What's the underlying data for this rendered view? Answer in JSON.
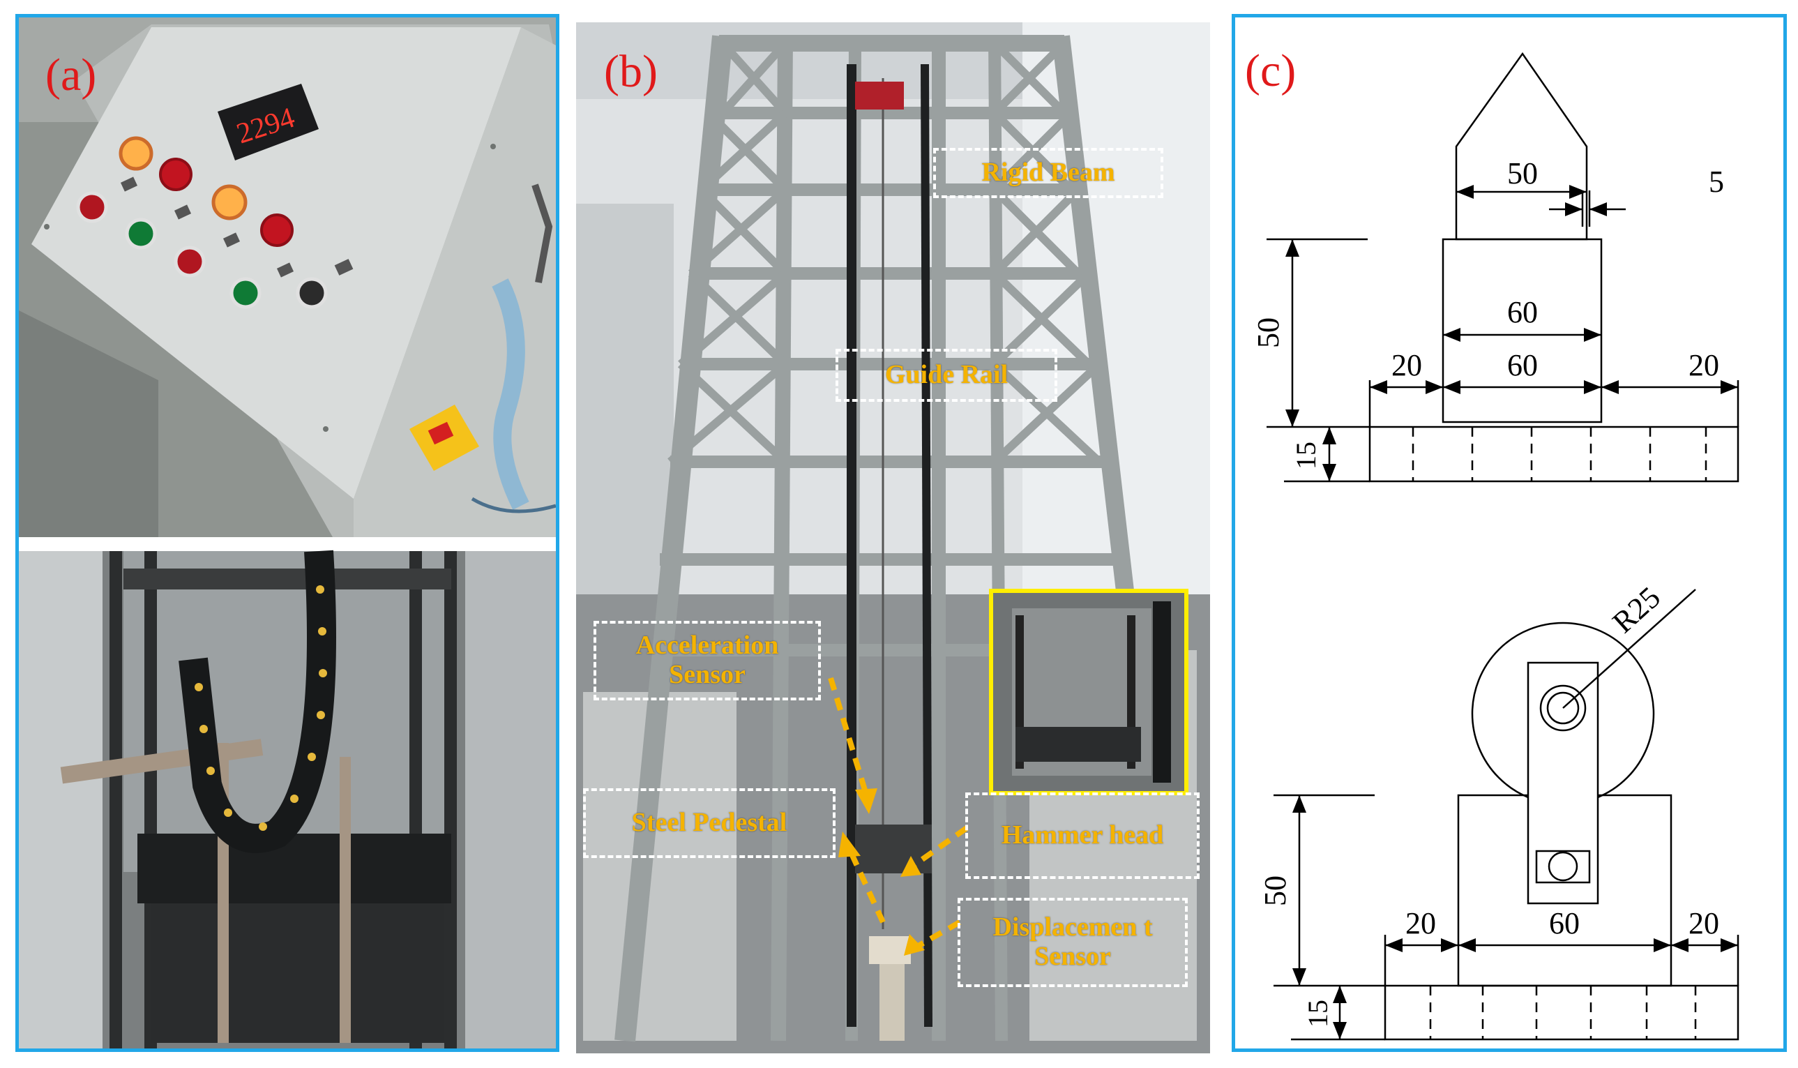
{
  "panels": {
    "a": {
      "letter": "(a)",
      "display_value": "2294"
    },
    "b": {
      "letter": "(b)",
      "callouts": {
        "rigid_beam": "Rigid Beam",
        "guide_rail": "Guide Rail",
        "acceleration_sensor": "Acceleration Sensor",
        "steel_pedestal": "Steel Pedestal",
        "hammer_head": "Hammer head",
        "displacement_sensor": "Displacemen t Sensor"
      }
    },
    "c": {
      "letter": "(c)",
      "top_drawing": {
        "dim_50_top": "50",
        "dim_5": "5",
        "dim_60_upper": "60",
        "dim_60_lower": "60",
        "dim_20_left": "20",
        "dim_20_right": "20",
        "dim_50_height": "50",
        "dim_15": "15"
      },
      "bottom_drawing": {
        "dim_r25": "R25",
        "dim_50_height": "50",
        "dim_20_left": "20",
        "dim_60": "60",
        "dim_20_right": "20",
        "dim_15": "15"
      }
    }
  },
  "colors": {
    "frame_border": "#21a7e8",
    "letter": "#e0191a",
    "callout_text": "#f5b300",
    "callout_border": "#ffffff",
    "arrow": "#f5b300",
    "inset_border": "#ffee00"
  }
}
